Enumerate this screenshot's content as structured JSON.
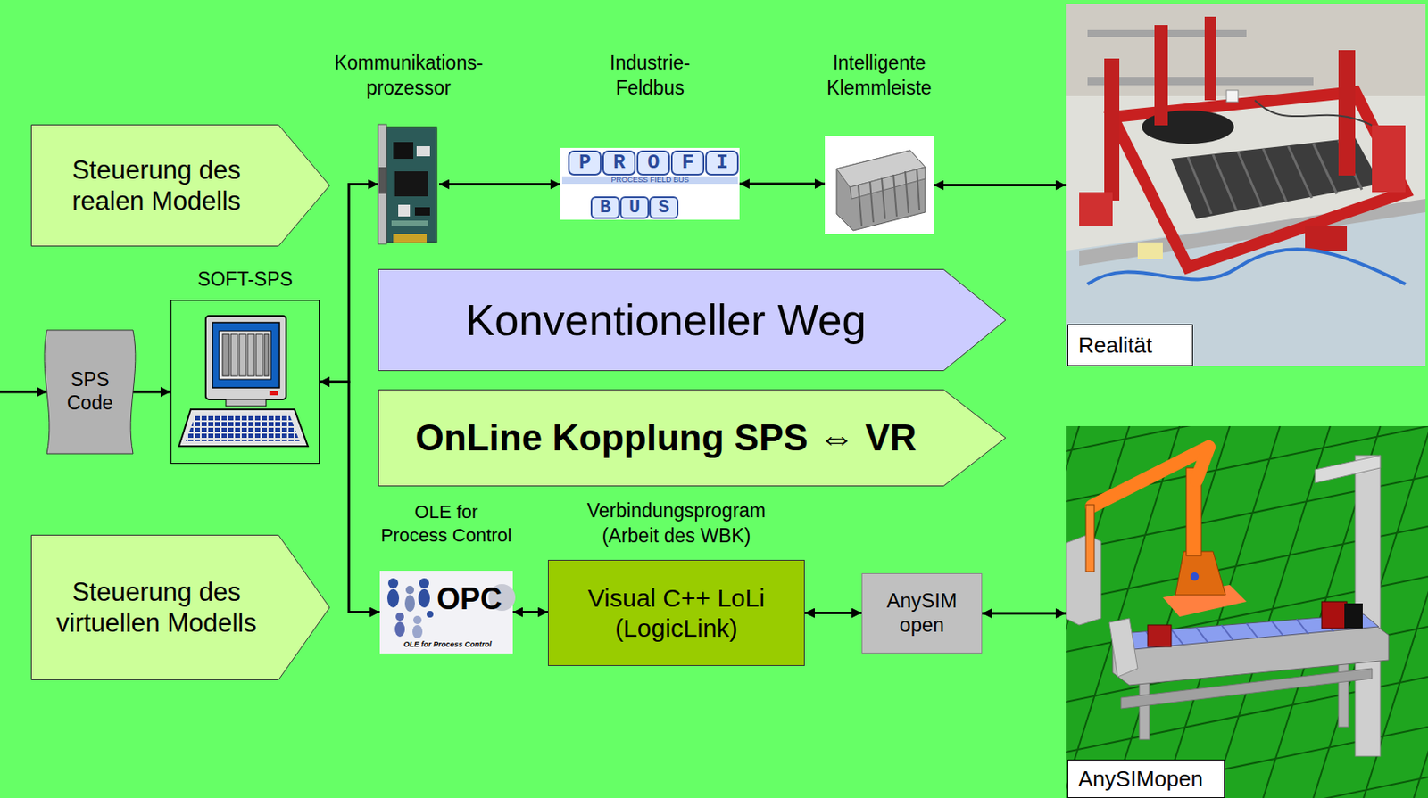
{
  "diagram": {
    "nodes": [
      {
        "text": [
          "Steuerung des realen Modells"
        ]
      },
      {
        "text": [
          "Kommunikations- prozessor"
        ]
      },
      {
        "text": [
          "Industrie- Feldbus"
        ]
      },
      {
        "text": [
          "Intelligente Klemmleiste"
        ]
      },
      {
        "text": [
          "Realität"
        ]
      },
      {
        "text": [
          "SPS Code"
        ]
      },
      {
        "text": [
          "SOFT-SPS"
        ]
      },
      {
        "text": [
          "Konventioneller Weg"
        ]
      },
      {
        "text": [
          "OnLine Kopplung SPS ⇔ VR"
        ]
      },
      {
        "text": [
          "Steuerung des virtuellen Modells"
        ]
      },
      {
        "text": [
          "OLE for Process Control"
        ]
      },
      {
        "text": [
          "Verbindungsprogram (Arbeit des WBK)",
          "Visual C++ LoLi (LogicLink)"
        ]
      },
      {
        "text": [
          "AnySIM open"
        ]
      },
      {
        "text": [
          "AnySIMopen"
        ]
      }
    ],
    "edges": [
      {
        "from": 5,
        "to": 6,
        "arrow": "to"
      },
      {
        "from": 6,
        "to": 1,
        "arrow": "both"
      },
      {
        "from": 1,
        "to": 2,
        "arrow": "both"
      },
      {
        "from": 2,
        "to": 3,
        "arrow": "both"
      },
      {
        "from": 3,
        "to": 4,
        "arrow": "both"
      },
      {
        "from": 6,
        "to": 10,
        "arrow": "both"
      },
      {
        "from": 10,
        "to": 11,
        "arrow": "both"
      },
      {
        "from": 11,
        "to": 12,
        "arrow": "both"
      },
      {
        "from": 12,
        "to": 13,
        "arrow": "both"
      }
    ],
    "labels": [
      "PROFI",
      "PROCESS FIELD BUS",
      "BUS",
      "OPC",
      "OLE for Process Control"
    ]
  }
}
